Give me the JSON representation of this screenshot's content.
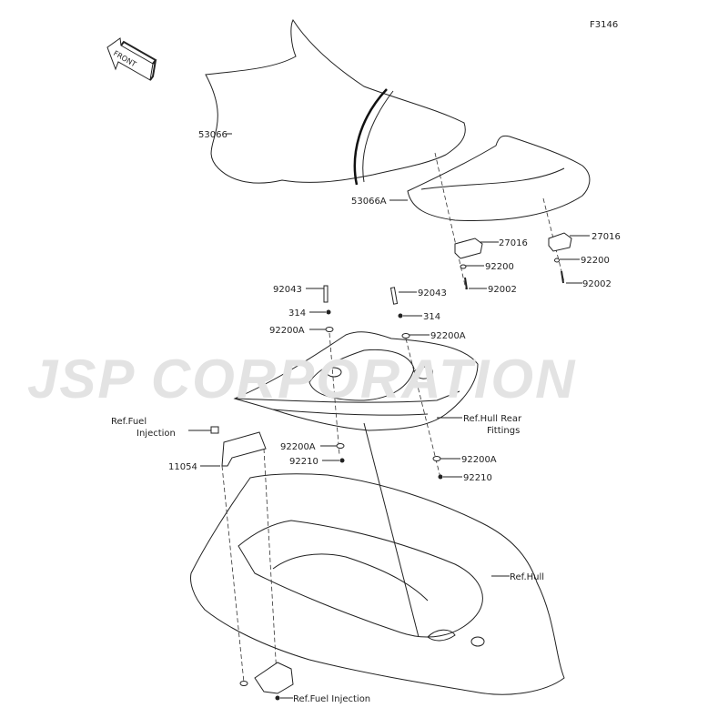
{
  "diagram": {
    "figure_code": "F3146",
    "front_arrow": "FRONT",
    "watermark": "JSP CORPORATION",
    "labels": {
      "seat_front": "53066",
      "seat_rear": "53066A",
      "bracket_left": "27016",
      "bracket_right": "27016",
      "washer_left": "92200",
      "washer_right": "92200",
      "bolt_left": "92002",
      "bolt_right": "92002",
      "stud_left": "92043",
      "stud_right": "92043",
      "nut_left": "314",
      "nut_right": "314",
      "washer_a_upper_left": "92200A",
      "washer_a_upper_right": "92200A",
      "hull_rear_line1": "Ref.Hull Rear",
      "hull_rear_line2": "Fittings",
      "fuel_inj_line1": "Ref.Fuel",
      "fuel_inj_line2": "Injection",
      "bracket_11054": "11054",
      "washer_a_lower_left": "92200A",
      "nut_lower_left": "92210",
      "washer_a_lower_right": "92200A",
      "nut_lower_right": "92210",
      "hull": "Ref.Hull",
      "fuel_inj_bottom": "Ref.Fuel Injection"
    }
  }
}
